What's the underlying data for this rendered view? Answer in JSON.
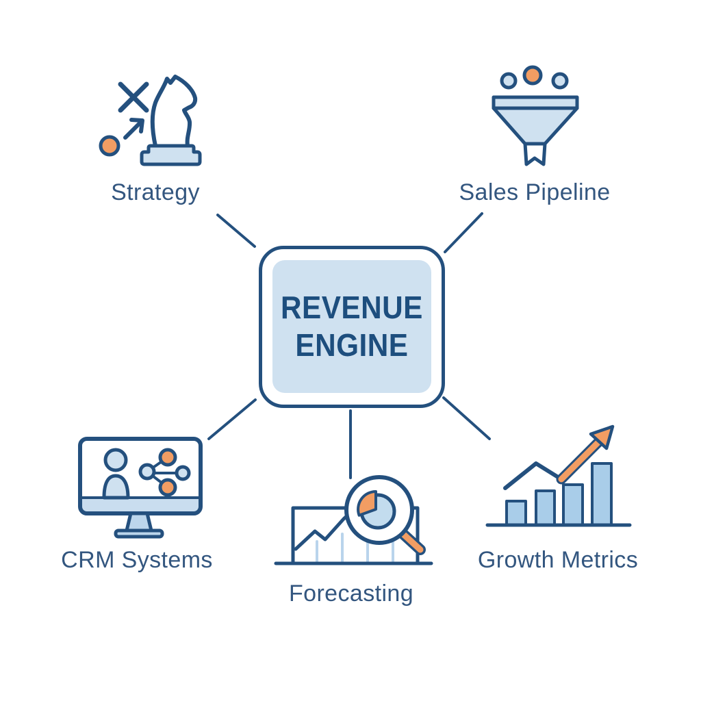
{
  "diagram": {
    "center": {
      "title_line1": "REVENUE",
      "title_line2": "ENGINE"
    },
    "nodes": [
      {
        "id": "strategy",
        "label": "Strategy",
        "icon": "chess-knight-icon",
        "position": "top-left"
      },
      {
        "id": "sales-pipeline",
        "label": "Sales Pipeline",
        "icon": "funnel-icon",
        "position": "top-right"
      },
      {
        "id": "crm-systems",
        "label": "CRM Systems",
        "icon": "monitor-share-icon",
        "position": "bottom-left"
      },
      {
        "id": "forecasting",
        "label": "Forecasting",
        "icon": "chart-magnifier-icon",
        "position": "bottom-center"
      },
      {
        "id": "growth-metrics",
        "label": "Growth Metrics",
        "icon": "bar-chart-arrow-icon",
        "position": "bottom-right"
      }
    ],
    "colors": {
      "navy": "#24507e",
      "label_text": "#33567f",
      "title_text": "#1d4e7e",
      "light_blue": "#cfe1f0",
      "mid_blue": "#a9cde9",
      "orange": "#f29d63",
      "background": "#ffffff"
    }
  }
}
